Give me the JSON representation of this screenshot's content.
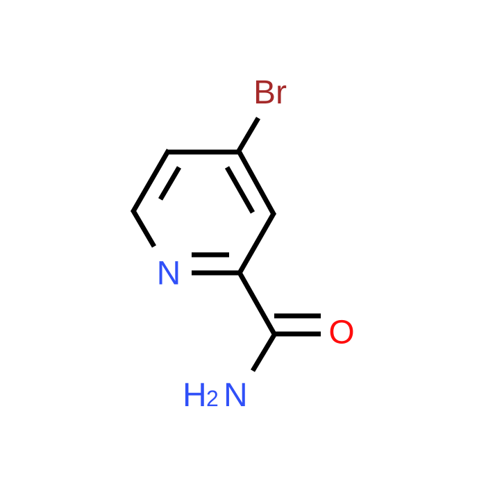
{
  "molecule": {
    "atoms": {
      "bromine": {
        "symbol": "Br",
        "color": "#a52a2a"
      },
      "nitrogen_ring": {
        "symbol": "N",
        "color": "#3050f8"
      },
      "oxygen": {
        "symbol": "O",
        "color": "#ff0d0d"
      },
      "amide": {
        "main": "H",
        "subscript": "2",
        "tail": "N",
        "color": "#3050f8"
      }
    },
    "bond_color": "#000000"
  }
}
